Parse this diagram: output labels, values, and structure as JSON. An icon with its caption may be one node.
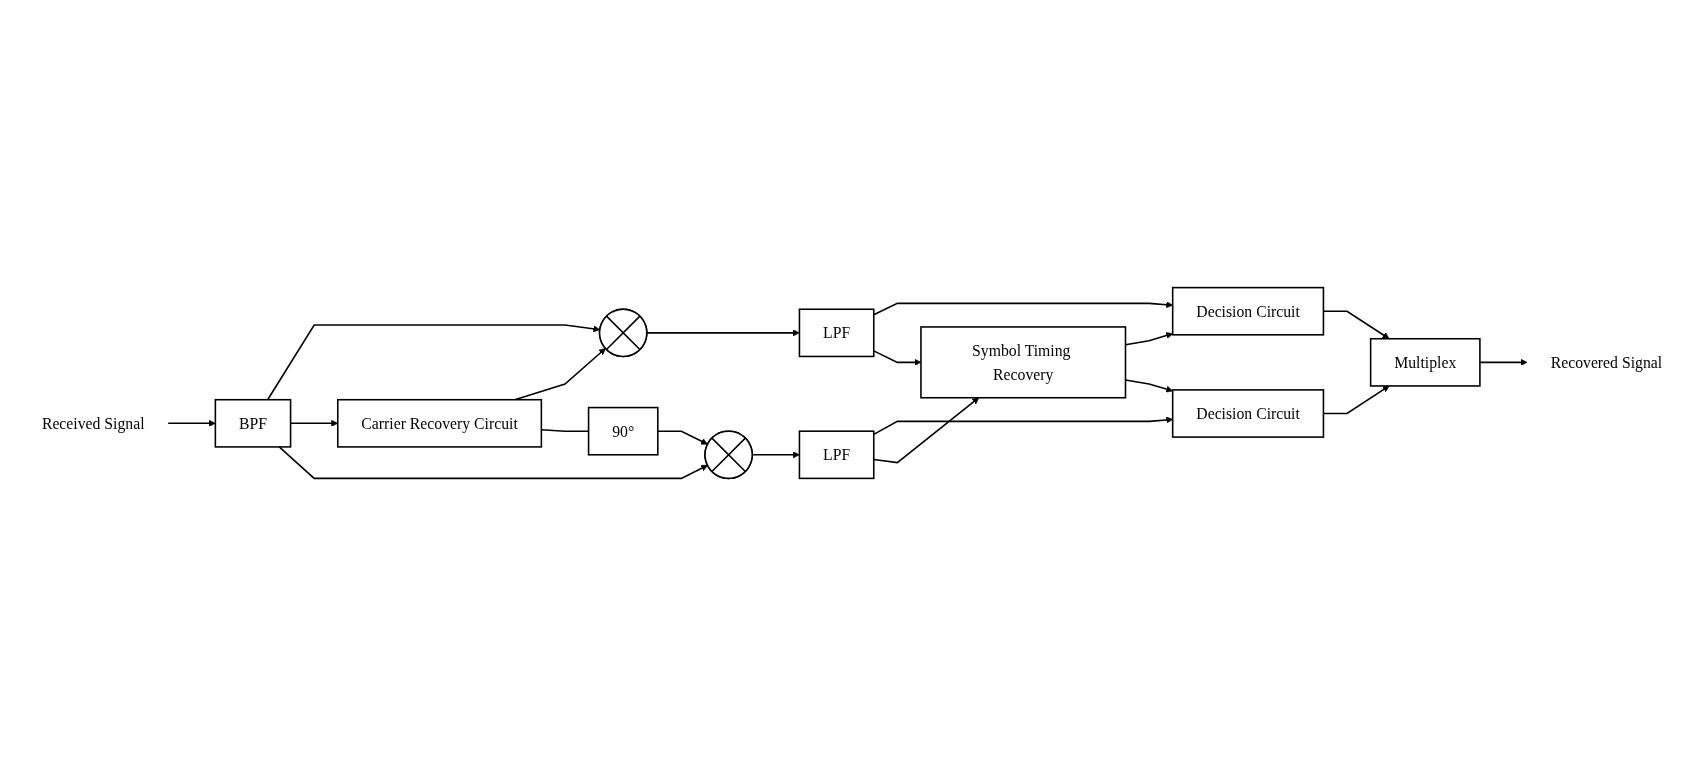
{
  "diagram": {
    "nodes": [
      {
        "text": [
          "Received Signal"
        ]
      },
      {
        "text": [
          "BPF"
        ]
      },
      {
        "text": [],
        "shape": "circle"
      },
      {
        "text": [
          "LPF"
        ]
      },
      {
        "text": [
          "Decision Circuit"
        ]
      },
      {
        "text": [
          "Carrier Recovery Circuit"
        ]
      },
      {
        "text": [
          "Symbol Timing Recovery"
        ]
      },
      {
        "text": [
          "Multiplex"
        ]
      },
      {
        "text": [
          "Recovered Signal"
        ]
      },
      {
        "text": [
          "90°"
        ]
      },
      {
        "text": [],
        "shape": "circle"
      },
      {
        "text": [
          "LPF"
        ]
      },
      {
        "text": [
          "Decision Circuit"
        ]
      }
    ],
    "edges": [
      {
        "from": 0,
        "to": 1,
        "arrow": "to"
      },
      {
        "from": 1,
        "to": 2,
        "arrow": "to"
      },
      {
        "from": 1,
        "to": 5,
        "arrow": "to"
      },
      {
        "from": 1,
        "to": 10,
        "arrow": "to"
      },
      {
        "from": 5,
        "to": 2,
        "arrow": "to"
      },
      {
        "from": 5,
        "to": 9,
        "arrow": "none"
      },
      {
        "from": 9,
        "to": 10,
        "arrow": "to"
      },
      {
        "from": 2,
        "to": 3,
        "arrow": "to"
      },
      {
        "from": 10,
        "to": 11,
        "arrow": "to"
      },
      {
        "from": 3,
        "to": 4,
        "arrow": "to"
      },
      {
        "from": 3,
        "to": 6,
        "arrow": "to"
      },
      {
        "from": 11,
        "to": 12,
        "arrow": "to"
      },
      {
        "from": 11,
        "to": 6,
        "arrow": "to"
      },
      {
        "from": 6,
        "to": 4,
        "arrow": "to"
      },
      {
        "from": 6,
        "to": 12,
        "arrow": "to"
      },
      {
        "from": 4,
        "to": 7,
        "arrow": "to"
      },
      {
        "from": 12,
        "to": 7,
        "arrow": "to"
      },
      {
        "from": 7,
        "to": 8,
        "arrow": "to"
      }
    ]
  }
}
